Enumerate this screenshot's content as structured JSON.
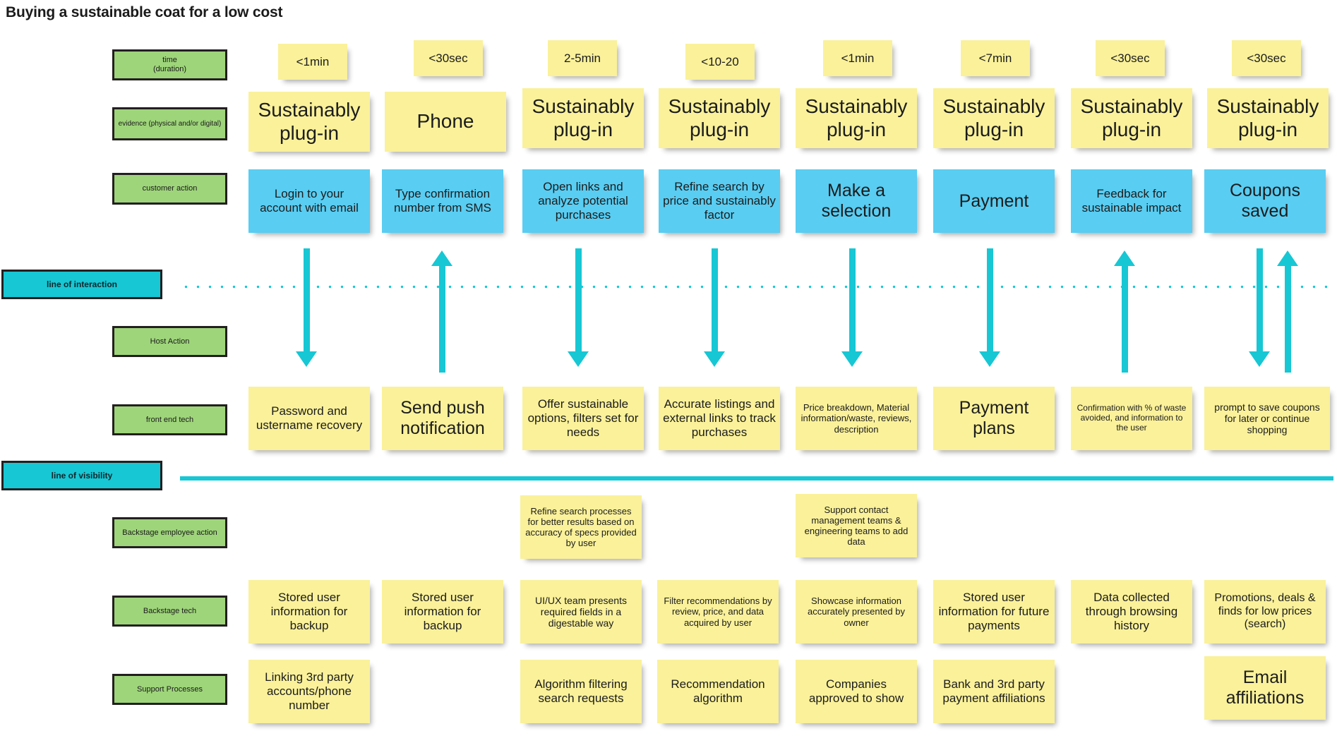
{
  "title": "Buying a sustainable coat for a low cost",
  "row_labels": [
    {
      "id": "time",
      "label": "time\n(duration)"
    },
    {
      "id": "evidence",
      "label": "evidence (physical and/or digital)"
    },
    {
      "id": "customer-action",
      "label": "customer action"
    },
    {
      "id": "host-action",
      "label": "Host Action"
    },
    {
      "id": "front-end-tech",
      "label": "front end tech"
    },
    {
      "id": "backstage-employee-action",
      "label": "Backstage employee action"
    },
    {
      "id": "backstage-tech",
      "label": "Backstage tech"
    },
    {
      "id": "support-processes",
      "label": "Support Processes"
    }
  ],
  "band_labels": {
    "line_of_interaction": "line of interaction",
    "line_of_visibility": "line of visibility"
  },
  "colors": {
    "green_label": "#9ed57a",
    "cyan_band": "#17c7d4",
    "sticky_yellow": "#faf19a",
    "sticky_blue": "#59cdf2",
    "outline": "#231f20"
  },
  "columns": [
    {
      "index": 1,
      "time": "<1min",
      "evidence": "Sustainably plug-in",
      "customer_action": "Login to your account with email",
      "front_end_tech": "Password and ustername recovery",
      "backstage_employee_action": "",
      "backstage_tech": "Stored user information for backup",
      "support_processes": "Linking 3rd party accounts/phone number",
      "arrow": "down"
    },
    {
      "index": 2,
      "time": "<30sec",
      "evidence": "Phone",
      "customer_action": "Type confirmation number from SMS",
      "front_end_tech": "Send push notification",
      "backstage_employee_action": "",
      "backstage_tech": "Stored user information for backup",
      "support_processes": "",
      "arrow": "up"
    },
    {
      "index": 3,
      "time": "2-5min",
      "evidence": "Sustainably plug-in",
      "customer_action": "Open links and analyze potential purchases",
      "front_end_tech": "Offer sustainable options, filters set for needs",
      "backstage_employee_action": "Refine search processes for better results based on accuracy of specs provided by user",
      "backstage_tech": "UI/UX team presents required fields in a digestable way",
      "support_processes": "Algorithm filtering search requests",
      "arrow": "down"
    },
    {
      "index": 4,
      "time": "<10-20",
      "evidence": "Sustainably plug-in",
      "customer_action": "Refine search by price and sustainably factor",
      "front_end_tech": "Accurate listings and external links to track purchases",
      "backstage_employee_action": "",
      "backstage_tech": "Filter recommendations by review, price, and data acquired by user",
      "support_processes": "Recommendation algorithm",
      "arrow": "down"
    },
    {
      "index": 5,
      "time": "<1min",
      "evidence": "Sustainably plug-in",
      "customer_action": "Make a selection",
      "front_end_tech": "Price breakdown, Material information/waste, reviews, description",
      "backstage_employee_action": "Support contact management teams & engineering teams to add data",
      "backstage_tech": "Showcase information accurately presented by owner",
      "support_processes": "Companies approved to show",
      "arrow": "down"
    },
    {
      "index": 6,
      "time": "<7min",
      "evidence": "Sustainably plug-in",
      "customer_action": "Payment",
      "front_end_tech": "Payment plans",
      "backstage_employee_action": "",
      "backstage_tech": "Stored user information for future payments",
      "support_processes": "Bank and 3rd party payment affiliations",
      "arrow": "down"
    },
    {
      "index": 7,
      "time": "<30sec",
      "evidence": "Sustainably plug-in",
      "customer_action": "Feedback for sustainable impact",
      "front_end_tech": "Confirmation with % of waste avoided, and information to the user",
      "backstage_employee_action": "",
      "backstage_tech": "Data collected through browsing history",
      "support_processes": "",
      "arrow": "up"
    },
    {
      "index": 8,
      "time": "<30sec",
      "evidence": "Sustainably plug-in",
      "customer_action": "Coupons saved",
      "front_end_tech": "prompt to save coupons for later or continue shopping",
      "backstage_employee_action": "",
      "backstage_tech": "Promotions, deals & finds for low prices (search)",
      "support_processes": "Email affiliations",
      "arrow": "down-and-up"
    }
  ]
}
